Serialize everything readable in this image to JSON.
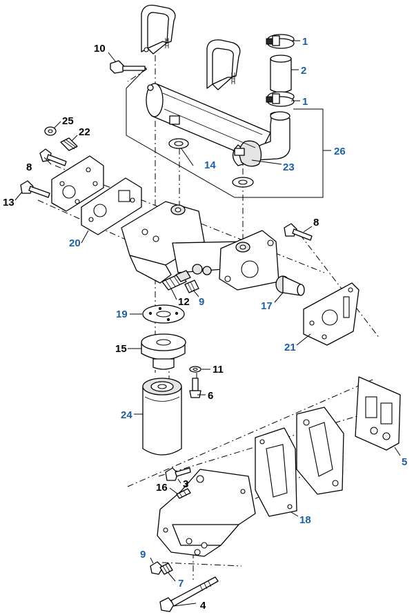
{
  "callouts": {
    "c1_top": "1",
    "c2": "2",
    "c1_mid": "1",
    "c10": "10",
    "c25": "25",
    "c22": "22",
    "c26": "26",
    "c14": "14",
    "c23": "23",
    "c8_left": "8",
    "c13": "13",
    "c8_right": "8",
    "c20": "20",
    "c12": "12",
    "c9_mid": "9",
    "c17": "17",
    "c19": "19",
    "c21": "21",
    "c15": "15",
    "c11": "11",
    "c6": "6",
    "c24": "24",
    "c5": "5",
    "c3": "3",
    "c16": "16",
    "c18": "18",
    "c9_bottom": "9",
    "c7": "7",
    "c4": "4"
  },
  "colors": {
    "black_callout": "#000000",
    "blue_callout": "#1a5fa8",
    "line": "#000000"
  }
}
